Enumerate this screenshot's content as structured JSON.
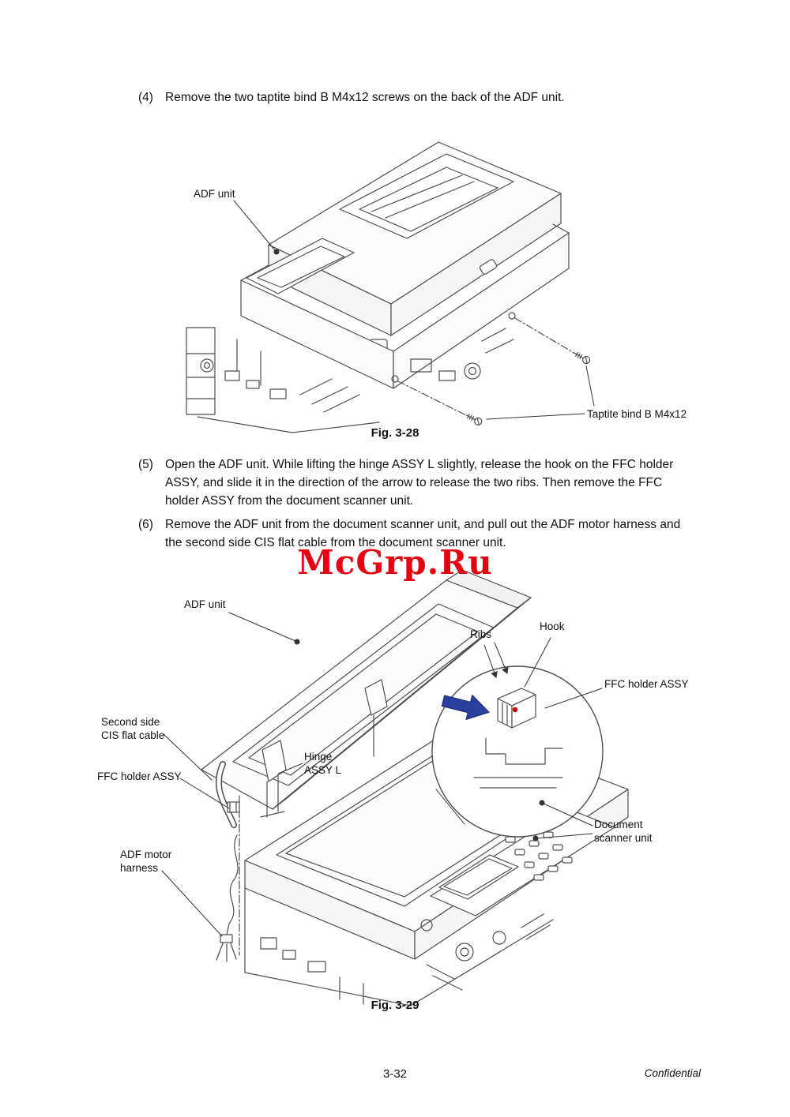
{
  "page": {
    "number": "3-32",
    "confidential": "Confidential"
  },
  "watermark": {
    "text": "McGrp.Ru",
    "color": "#e60012"
  },
  "steps": [
    {
      "num": "(4)",
      "text": "Remove the two taptite bind B M4x12 screws on the back of the ADF unit."
    },
    {
      "num": "(5)",
      "text": "Open the ADF unit. While lifting the hinge ASSY L slightly, release the hook on the FFC holder ASSY, and slide it in the direction of the arrow to release the two ribs. Then remove the FFC holder ASSY from the document scanner unit."
    },
    {
      "num": "(6)",
      "text": "Remove the ADF unit from the document scanner unit, and pull out the ADF motor harness and the second side CIS flat cable from the document scanner unit."
    }
  ],
  "fig1": {
    "caption": "Fig. 3-28",
    "labels": {
      "adf_unit": "ADF unit",
      "screw": "Taptite bind B M4x12"
    }
  },
  "fig2": {
    "caption": "Fig. 3-29",
    "labels": {
      "adf_unit": "ADF unit",
      "ribs": "Ribs",
      "hook": "Hook",
      "ffc_holder_right": "FFC holder ASSY",
      "second_side_cis": "Second side\nCIS flat cable",
      "ffc_holder_left": "FFC holder ASSY",
      "hinge": "Hinge\nASSY L",
      "adf_motor_harness": "ADF motor\nharness",
      "document_scanner": "Document\nscanner unit"
    }
  },
  "colors": {
    "line": "#4d4d4d",
    "blue_arrow": "#2b3f9e",
    "red_mark": "#cc0000"
  }
}
